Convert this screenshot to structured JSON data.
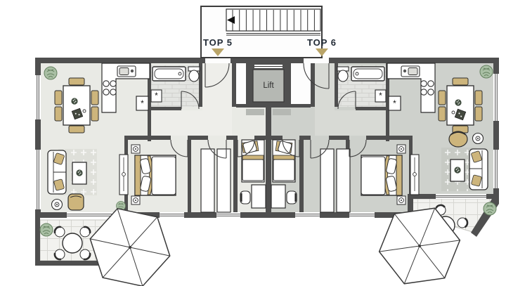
{
  "labels": {
    "unit_left": "TOP 5",
    "unit_right": "TOP 6",
    "lift": "Lift",
    "appliance_marker": "*"
  },
  "stairs": {
    "treads": 14,
    "direction_arrow": "left"
  },
  "colors": {
    "wall": "#4f4f4f",
    "floor_unit_left": "#e9eae5",
    "floor_unit_right": "#ced1cc",
    "hall_left": "#eeeeea",
    "hall_right": "#d8dad5",
    "stair_lobby": "#fdfdfd",
    "lift_car": "#b5b8b3",
    "accent_tan": "#b9a468",
    "chair_wood": "#cdb57c",
    "plant_green": "#a9bfa4",
    "bath_tile": "#e3e4e1",
    "terrace_tile": "#f2f2ef",
    "label_text": "#222b36"
  },
  "icons": [
    "stairs-icon",
    "direction-arrow-icon",
    "entry-marker-icon",
    "lift-icon",
    "dining-table-icon",
    "dining-chair-icon",
    "kitchen-counter-icon",
    "sink-icon",
    "stove-icon",
    "dishwasher-icon",
    "bathtub-icon",
    "toilet-icon",
    "washing-machine-icon",
    "double-bed-icon",
    "single-bed-icon",
    "nightstand-icon",
    "desk-icon",
    "desk-chair-icon",
    "wardrobe-icon",
    "sofa-icon",
    "rug-icon",
    "coffee-table-icon",
    "armchair-icon",
    "stool-icon",
    "floor-lamp-icon",
    "tv-board-icon",
    "plant-icon",
    "terrace-table-icon",
    "terrace-chair-icon",
    "umbrella-icon",
    "window",
    "door-arc"
  ]
}
